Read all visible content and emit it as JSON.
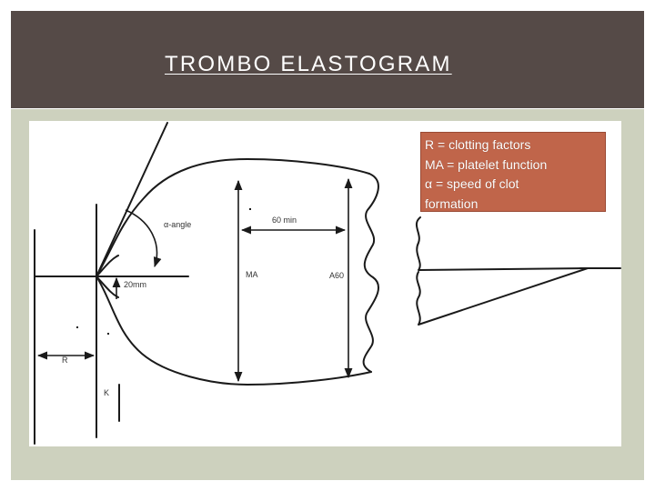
{
  "slide": {
    "title": "TROMBO ELASTOGRAM",
    "colors": {
      "header_bg": "#554a47",
      "title_text": "#ffffff",
      "panel_bg": "#cdd1be",
      "legend_bg": "#c0654a",
      "legend_text": "#ffffff",
      "line": "#1a1a1a"
    }
  },
  "diagram": {
    "labels": {
      "alpha_angle": "α-angle",
      "sixty_min": "60 min",
      "twenty_mm": "20mm",
      "ma": "MA",
      "a60": "A60",
      "r": "R",
      "k": "K"
    }
  },
  "legend": {
    "lines": [
      "R   =  clotting factors",
      "MA = platelet function",
      "α   = speed of clot",
      "formation"
    ]
  }
}
